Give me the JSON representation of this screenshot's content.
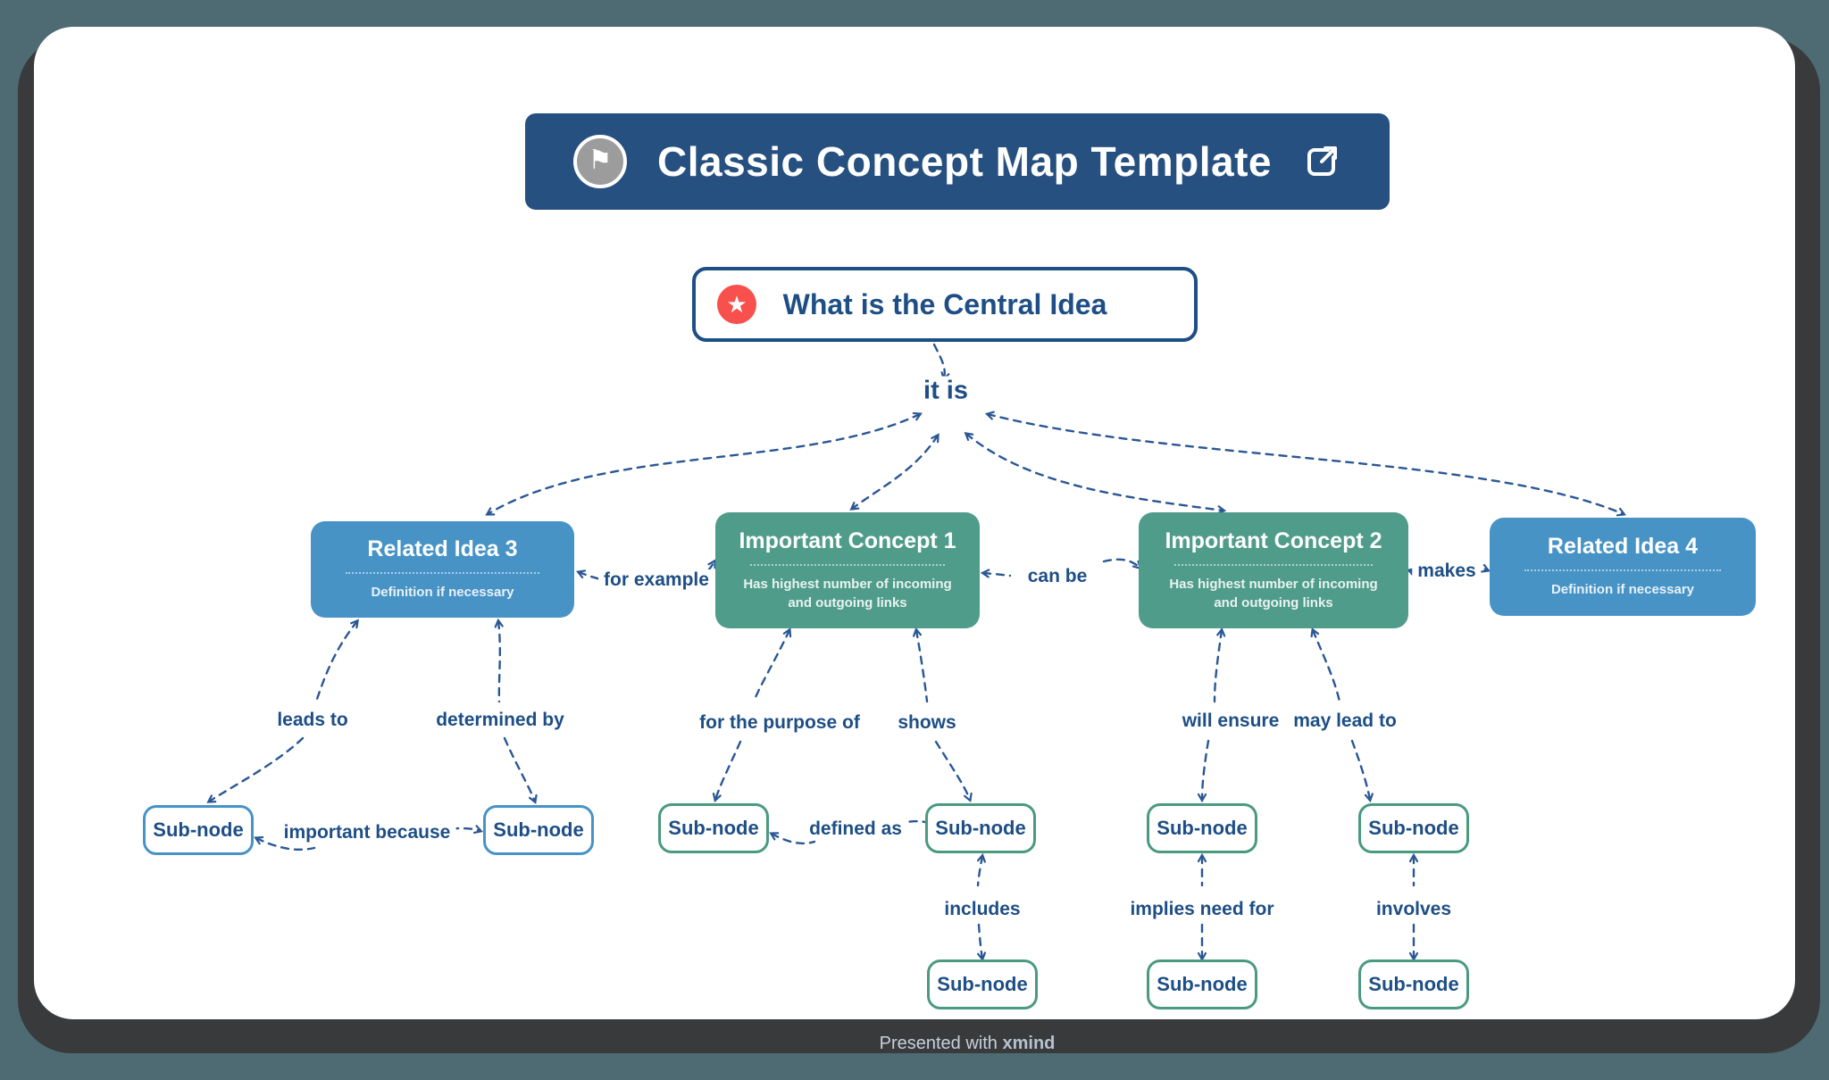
{
  "header": {
    "title": "Classic Concept Map Template"
  },
  "central": {
    "label": "What is the Central Idea"
  },
  "concepts": [
    {
      "title": "Related Idea 3",
      "subtitle": "Definition if necessary",
      "color": "#4793c6"
    },
    {
      "title": "Important Concept 1",
      "subtitle": "Has highest number of incoming and outgoing links",
      "color": "#4f9c8a"
    },
    {
      "title": "Important Concept 2",
      "subtitle": "Has highest number of incoming and outgoing links",
      "color": "#4f9c8a"
    },
    {
      "title": "Related Idea 4",
      "subtitle": "Definition if necessary",
      "color": "#4793c6"
    }
  ],
  "relations": {
    "it_is": "it is",
    "ri3_ic1": "for example",
    "ic1_ic2": "can be",
    "ic2_ri4": "makes",
    "leads_to": "leads to",
    "determined_by": "determined by",
    "purpose": "for the purpose of",
    "shows": "shows",
    "will_ensure": "will ensure",
    "may_lead_to": "may lead to",
    "important_because": "important because",
    "defined_as": "defined as",
    "includes": "includes",
    "implies_need_for": "implies need for",
    "involves": "involves"
  },
  "subnodes": [
    {
      "label": "Sub-node",
      "border_color": "#4793c6"
    },
    {
      "label": "Sub-node",
      "border_color": "#4793c6"
    },
    {
      "label": "Sub-node",
      "border_color": "#4a9a7e"
    },
    {
      "label": "Sub-node",
      "border_color": "#4a9a7e"
    },
    {
      "label": "Sub-node",
      "border_color": "#4a9a7e"
    },
    {
      "label": "Sub-node",
      "border_color": "#4a9a7e"
    },
    {
      "label": "Sub-node",
      "border_color": "#4a9a7e"
    },
    {
      "label": "Sub-node",
      "border_color": "#4a9a7e"
    },
    {
      "label": "Sub-node",
      "border_color": "#4a9a7e"
    }
  ],
  "footer": {
    "presented": "Presented with",
    "brand": "xmind"
  },
  "palette": {
    "line_color": "#2a5794",
    "navy_text": "#1d4e85",
    "banner_bg": "#26507f",
    "blue_node": "#4793c6",
    "teal_node": "#4f9c8a",
    "red_badge": "#f8504c",
    "gray_badge": "#9c9c9c",
    "page_bg": "#4e6a72",
    "frame_bg": "#393a3c",
    "card_bg": "#ffffff"
  }
}
